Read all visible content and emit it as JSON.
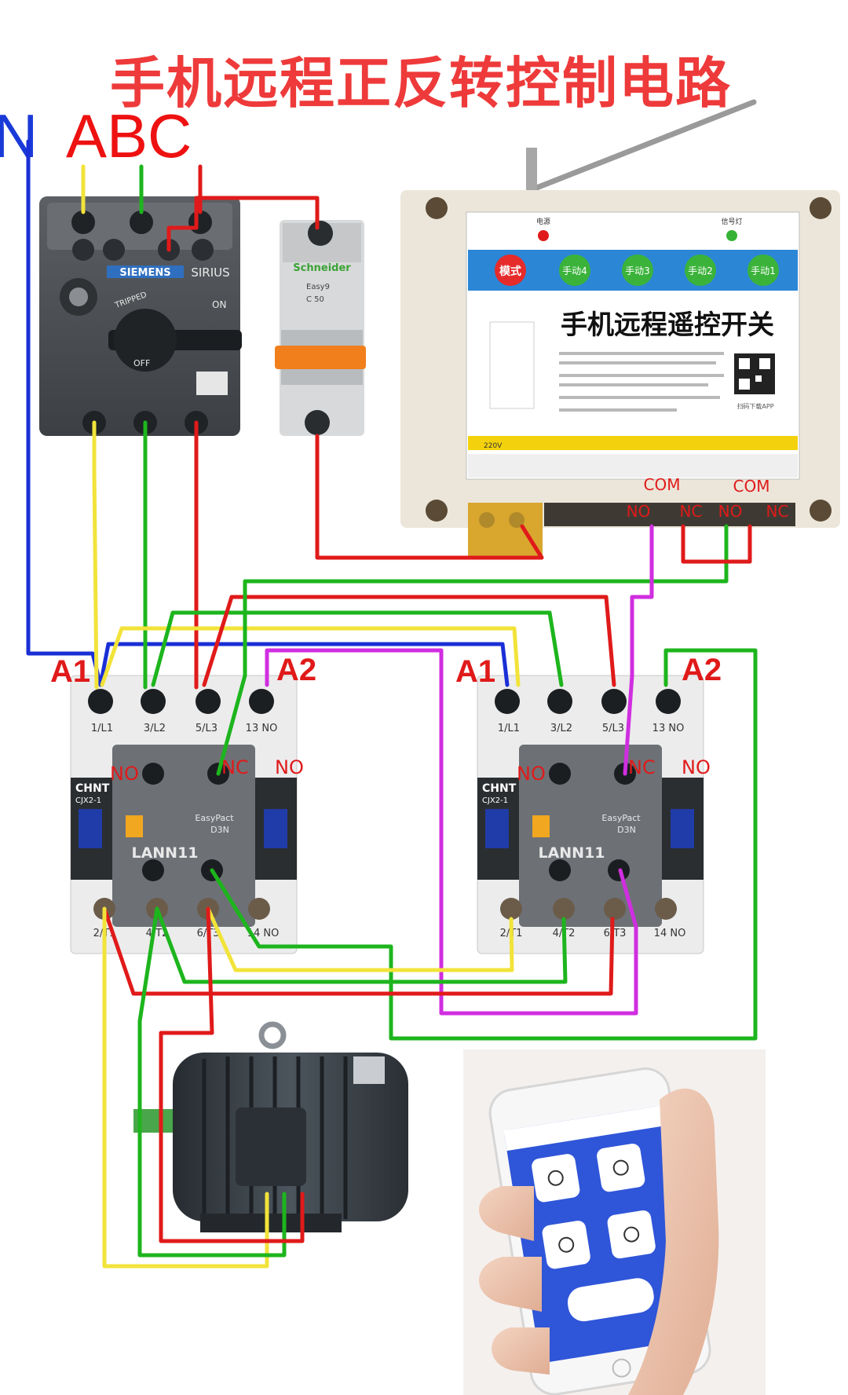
{
  "title": "手机远程正反转控制电路",
  "supply": {
    "neutral": "N",
    "phases": "ABC"
  },
  "breaker": {
    "brand": "SIEMENS",
    "series": "SIRIUS",
    "on": "ON",
    "off": "OFF",
    "tripped": "TRIPPED"
  },
  "mcb": {
    "brand": "Schneider",
    "series": "Easy9",
    "rating": "C 50"
  },
  "remote_module": {
    "title": "手机远程遥控开关",
    "power_led": "电源",
    "signal_led": "信号灯",
    "mode_button": "模式",
    "buttons": [
      "手动4",
      "手动3",
      "手动2",
      "手动1"
    ],
    "terminals": {
      "com_left": "COM",
      "com_right": "COM",
      "no_1": "NO",
      "nc_1": "NC",
      "no_2": "NO",
      "nc_2": "NC"
    },
    "voltage": "220V",
    "qr_caption": "扫码下载APP"
  },
  "contactors": [
    {
      "coil_a1": "A1",
      "coil_a2": "A2",
      "top": [
        "1/L1",
        "3/L2",
        "5/L3",
        "13 NO"
      ],
      "bottom": [
        "2/T1",
        "4/T2",
        "6/T3",
        "14 NO"
      ],
      "brand": "CHNT",
      "model": "CJX2-1",
      "aux_brand": "EasyPact",
      "aux_model": "D3N",
      "aux_label": "LANN11",
      "aux_no": "NO",
      "aux_nc": "NC",
      "side_no": "NO"
    },
    {
      "coil_a1": "A1",
      "coil_a2": "A2",
      "top": [
        "1/L1",
        "3/L2",
        "5/L3",
        "13 NO"
      ],
      "bottom": [
        "2/T1",
        "4/T2",
        "6/T3",
        "14 NO"
      ],
      "brand": "CHNT",
      "model": "CJX2-1",
      "aux_brand": "EasyPact",
      "aux_model": "D3N",
      "aux_label": "LANN11",
      "aux_no": "NO",
      "aux_nc": "NC",
      "side_no": "NO"
    }
  ],
  "colors": {
    "red": "#e01a1a",
    "green": "#1db51d",
    "yellow": "#f2e33a",
    "blue": "#1a2fd6",
    "magenta": "#d02ee0",
    "title": "#ee3a3a"
  }
}
